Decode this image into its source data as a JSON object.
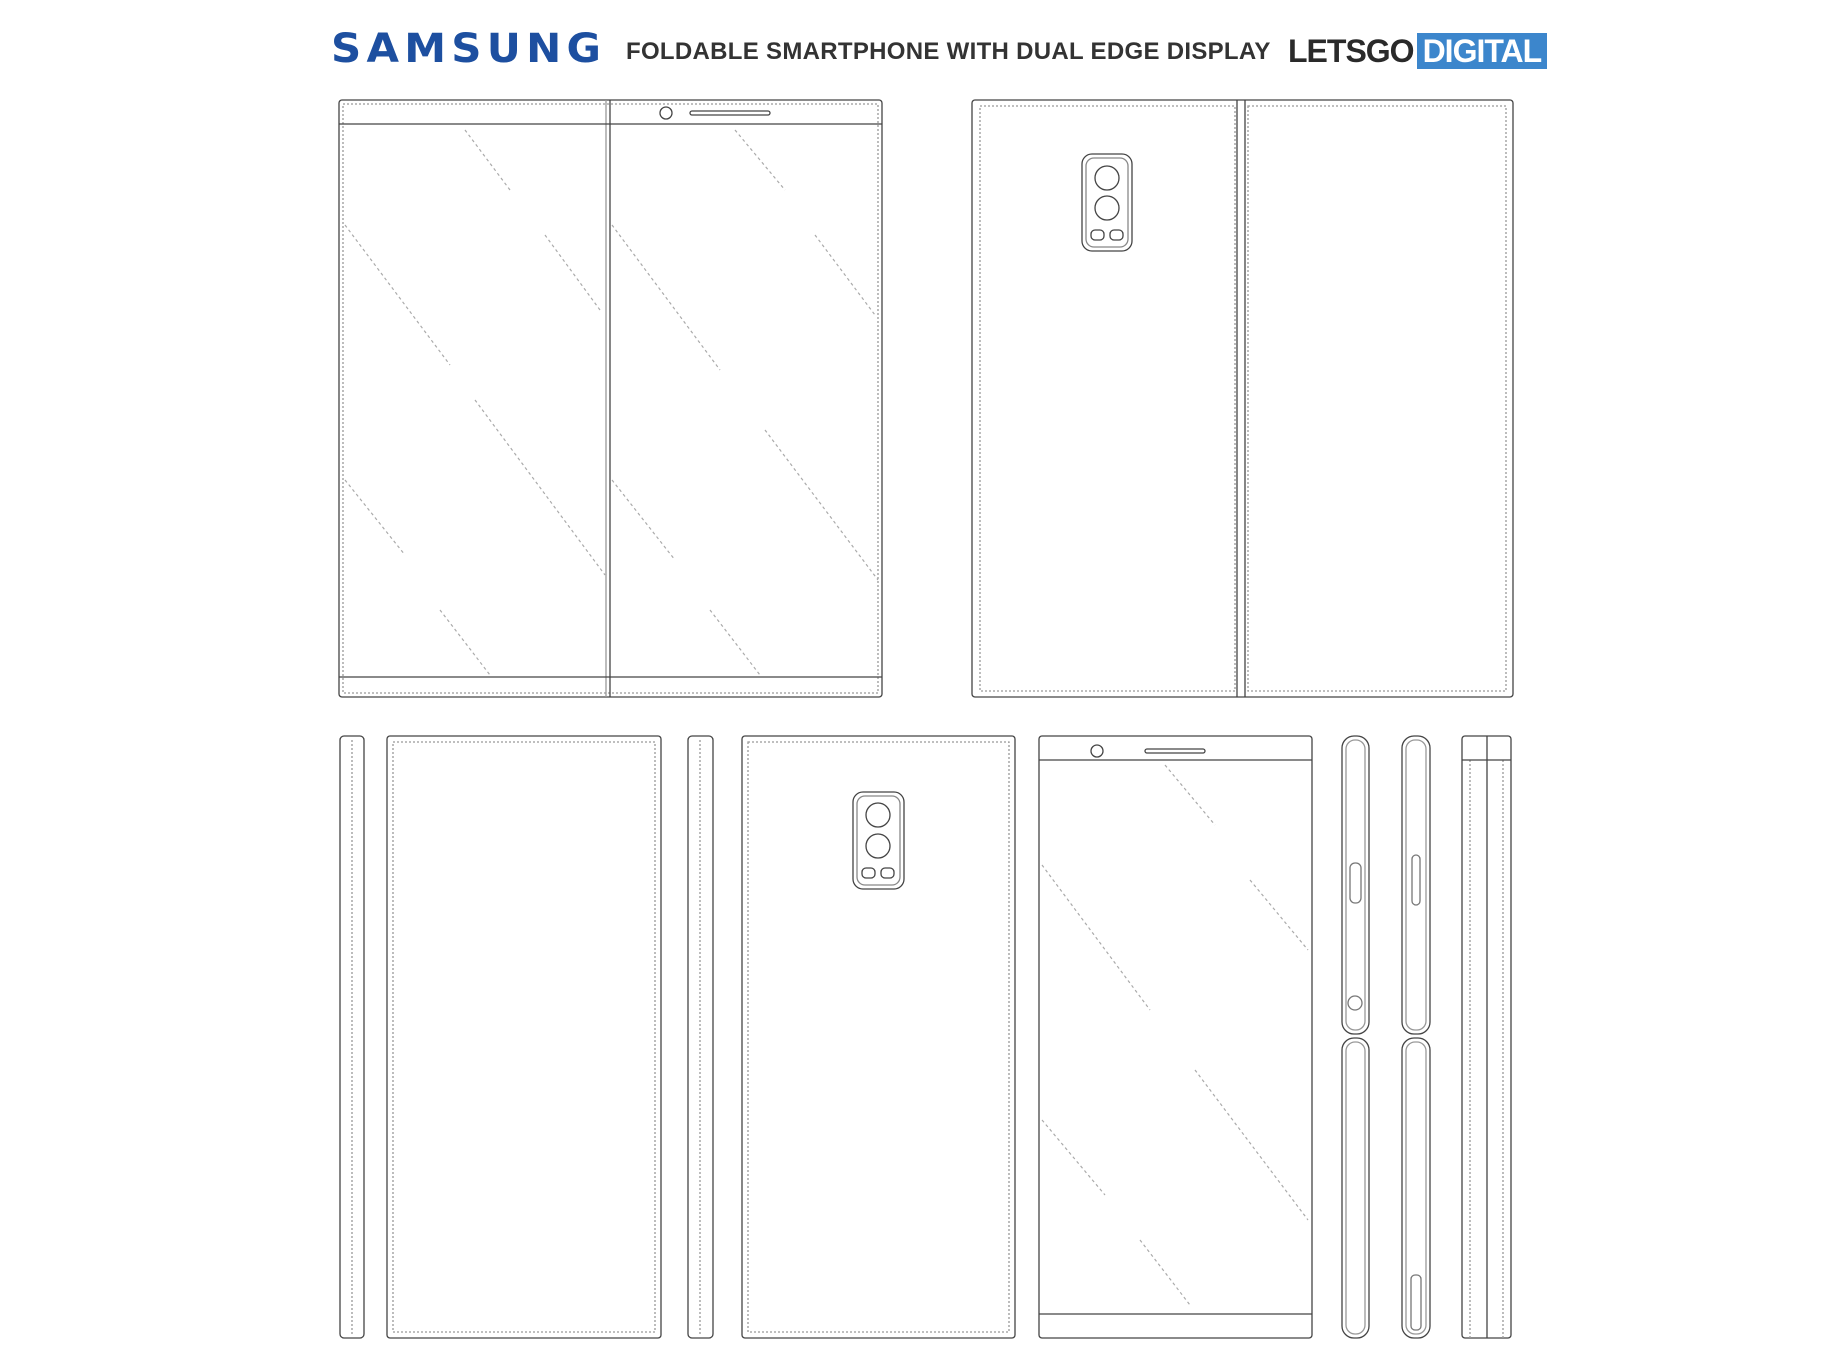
{
  "header": {
    "brand": "SAMSUNG",
    "title": "FOLDABLE SMARTPHONE WITH DUAL EDGE DISPLAY",
    "source_logo": {
      "part1": "LETSGO",
      "part2": "DIGITAL"
    },
    "colors": {
      "brand": "#1d4fa0",
      "source_accent": "#3c86cc"
    }
  }
}
